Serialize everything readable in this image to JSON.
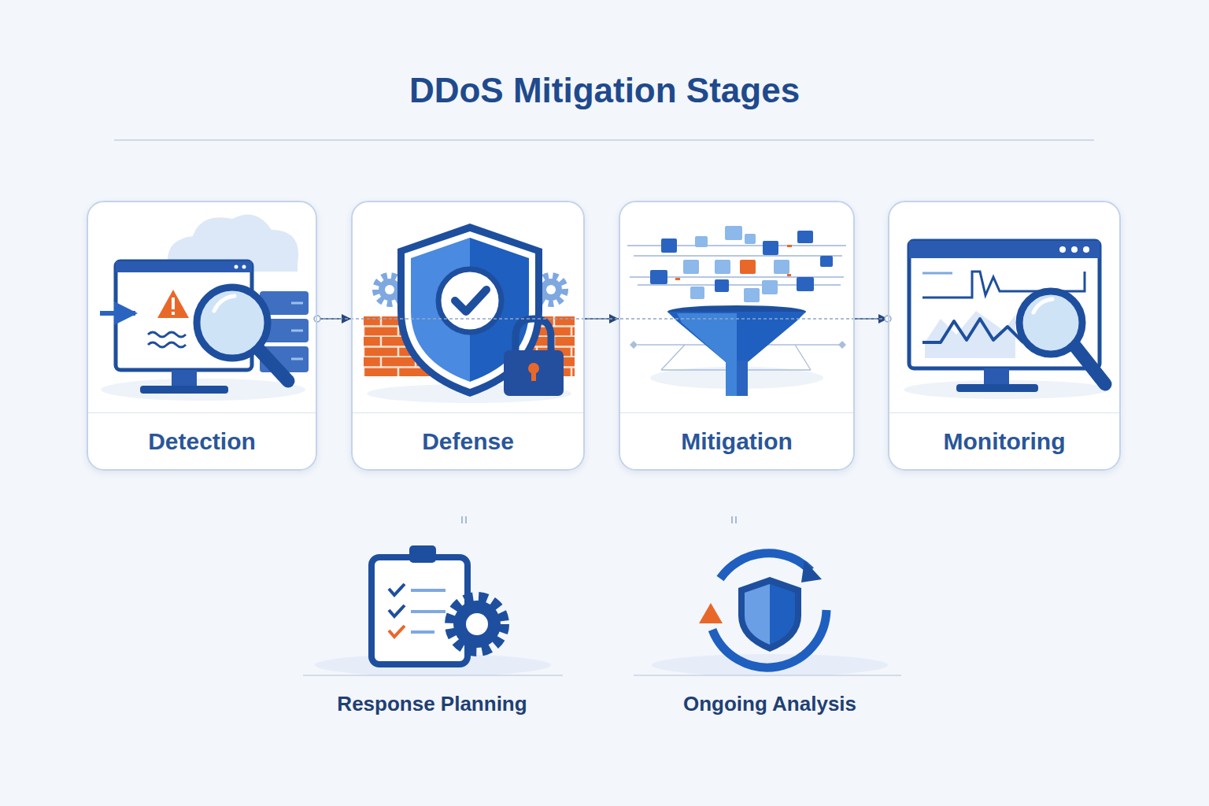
{
  "diagram": {
    "title": "DDoS Mitigation Stages",
    "nodes": [
      {
        "text": [
          "Detection"
        ]
      },
      {
        "text": [
          "Defense"
        ]
      },
      {
        "text": [
          "Mitigation"
        ]
      },
      {
        "text": [
          "Monitoring"
        ]
      }
    ],
    "edges": [
      {
        "from": 0,
        "to": 1,
        "arrow": "to"
      },
      {
        "from": 1,
        "to": 2,
        "arrow": "to"
      },
      {
        "from": 2,
        "to": 3,
        "arrow": "to"
      },
      {
        "from": 0,
        "to": 3,
        "arrow": "none"
      }
    ],
    "labels": [
      "Response Planning",
      "Ongoing Analysis"
    ]
  }
}
